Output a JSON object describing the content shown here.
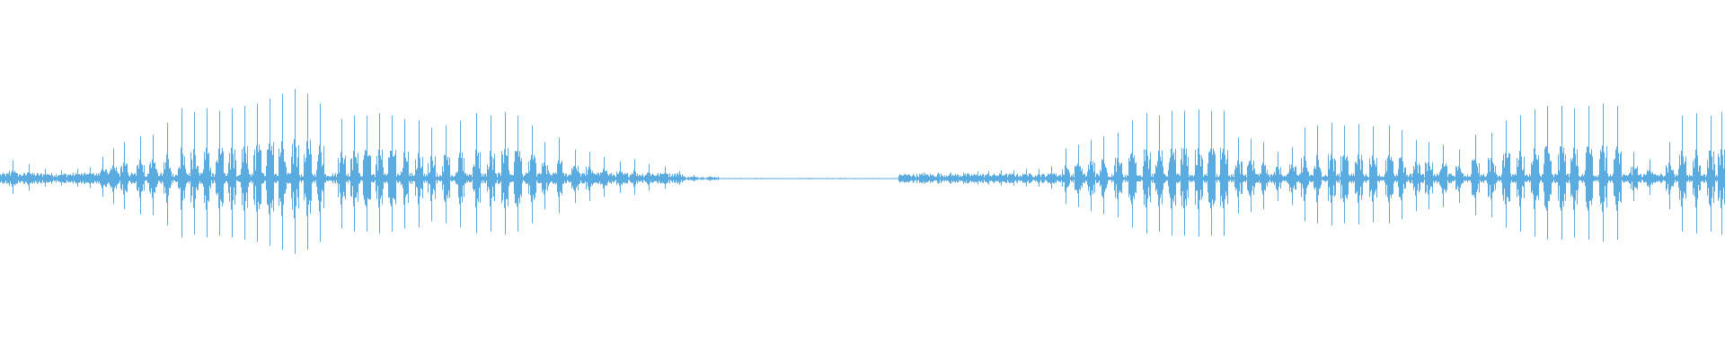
{
  "waveform": {
    "color": "#5aabe0",
    "background": "#ffffff",
    "description_segments": [
      {
        "label": "first-burst",
        "start": 0.0,
        "end": 0.42,
        "peak_amplitude": 0.62
      },
      {
        "label": "quiet-gap",
        "start": 0.42,
        "end": 0.52,
        "peak_amplitude": 0.02
      },
      {
        "label": "second-burst",
        "start": 0.52,
        "end": 1.0,
        "peak_amplitude": 0.58
      }
    ]
  }
}
